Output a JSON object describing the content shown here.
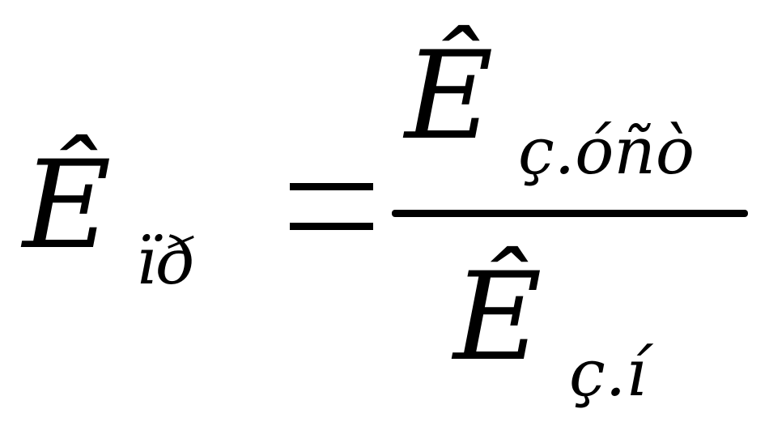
{
  "formula": {
    "lhs": {
      "symbol": "Ê",
      "subscript": "ïð"
    },
    "equals": "=",
    "numerator": {
      "symbol": "Ê",
      "subscript": "ç.óñò"
    },
    "denominator": {
      "symbol": "Ê",
      "subscript": "ç.í"
    }
  }
}
